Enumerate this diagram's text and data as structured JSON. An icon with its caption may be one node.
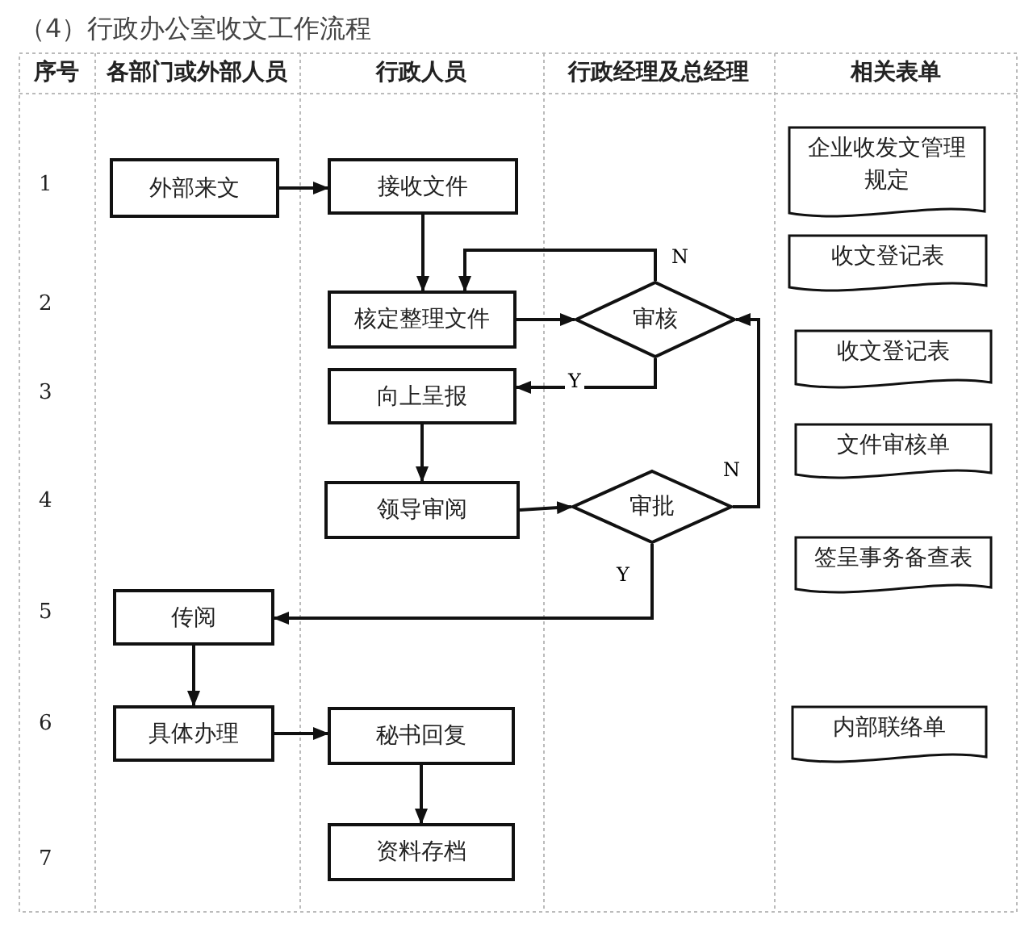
{
  "diagram": {
    "title": "（4）行政办公室收文工作流程",
    "nodes": [
      {
        "text": [
          "外部来文"
        ]
      },
      {
        "text": [
          "接收文件"
        ]
      },
      {
        "text": [
          "核定整理文件"
        ]
      },
      {
        "text": [
          "审核"
        ]
      },
      {
        "text": [
          "向上呈报"
        ]
      },
      {
        "text": [
          "领导审阅"
        ]
      },
      {
        "text": [
          "审批"
        ]
      },
      {
        "text": [
          "传阅"
        ]
      },
      {
        "text": [
          "具体办理"
        ]
      },
      {
        "text": [
          "秘书回复"
        ]
      },
      {
        "text": [
          "资料存档"
        ]
      },
      {
        "text": [
          "企业收发文管理规定"
        ]
      },
      {
        "text": [
          "收文登记表"
        ]
      },
      {
        "text": [
          "收文登记表"
        ]
      },
      {
        "text": [
          "文件审核单"
        ]
      },
      {
        "text": [
          "签呈事务备查表"
        ]
      },
      {
        "text": [
          "内部联络单"
        ]
      }
    ],
    "edges": [
      {
        "from": 0,
        "to": 1,
        "arrow": "to"
      },
      {
        "from": 1,
        "to": 2,
        "arrow": "to"
      },
      {
        "from": 2,
        "to": 3,
        "arrow": "to"
      },
      {
        "from": 3,
        "to": 2,
        "arrow": "to",
        "label": "N"
      },
      {
        "from": 3,
        "to": 4,
        "arrow": "to",
        "label": "Y"
      },
      {
        "from": 4,
        "to": 5,
        "arrow": "to"
      },
      {
        "from": 5,
        "to": 6,
        "arrow": "to"
      },
      {
        "from": 6,
        "to": 3,
        "arrow": "to",
        "label": "N"
      },
      {
        "from": 6,
        "to": 7,
        "arrow": "to",
        "label": "Y"
      },
      {
        "from": 7,
        "to": 8,
        "arrow": "to"
      },
      {
        "from": 8,
        "to": 9,
        "arrow": "to"
      },
      {
        "from": 9,
        "to": 10,
        "arrow": "to"
      }
    ],
    "labels": [
      "序号",
      "各部门或外部人员",
      "行政人员",
      "行政经理及总经理",
      "相关表单",
      "1",
      "2",
      "3",
      "4",
      "5",
      "6",
      "7"
    ]
  }
}
